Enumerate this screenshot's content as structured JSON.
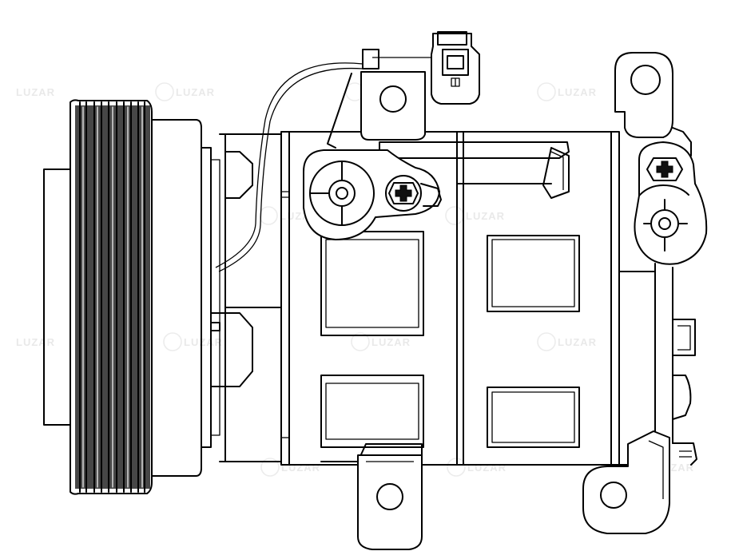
{
  "drawing": {
    "subject": "air-conditioning-compressor",
    "view": "side-elevation",
    "line_color": "#000000",
    "background_color": "#ffffff"
  },
  "watermark": {
    "brand_text": "LUZAR",
    "color": "#e9e9e9"
  },
  "icons": {
    "watermark_logo": "luzar-logo-icon",
    "pulley": "pulley-icon",
    "connector": "electrical-connector-icon",
    "bolt": "bolt-head-icon",
    "mount": "mounting-ear-icon"
  }
}
